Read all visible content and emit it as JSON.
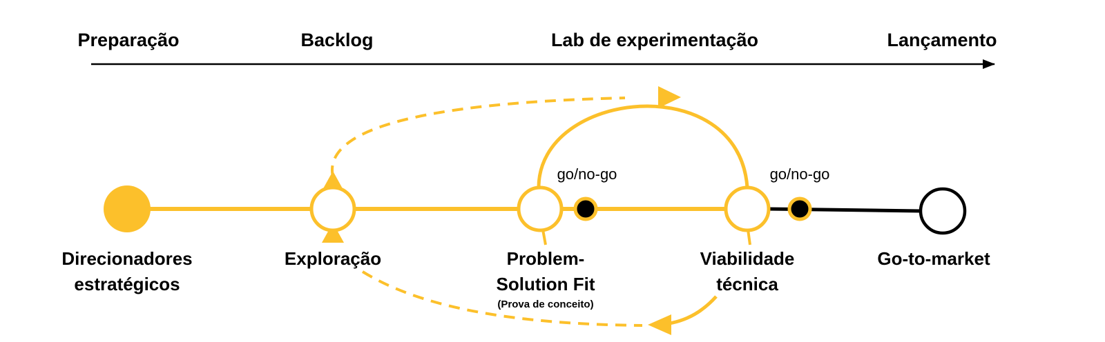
{
  "colors": {
    "accent": "#FCC02B",
    "ink": "#000000",
    "background": "#FFFFFF"
  },
  "phases": [
    {
      "label": "Preparação"
    },
    {
      "label": "Backlog"
    },
    {
      "label": "Lab de experimentação"
    },
    {
      "label": "Lançamento"
    }
  ],
  "nodes": [
    {
      "id": "direcionadores",
      "line1": "Direcionadores",
      "line2": "estratégicos",
      "style": "filled"
    },
    {
      "id": "exploracao",
      "line1": "Exploração",
      "line2": "",
      "style": "open"
    },
    {
      "id": "problem-solution",
      "line1": "Problem-",
      "line2": "Solution Fit",
      "note": "(Prova de conceito)",
      "style": "open"
    },
    {
      "id": "viabilidade",
      "line1": "Viabilidade",
      "line2": "técnica",
      "style": "open"
    },
    {
      "id": "go-to-market",
      "line1": "Go-to-market",
      "line2": "",
      "style": "black-open"
    }
  ],
  "gates": [
    {
      "label": "go/no-go"
    },
    {
      "label": "go/no-go"
    }
  ]
}
